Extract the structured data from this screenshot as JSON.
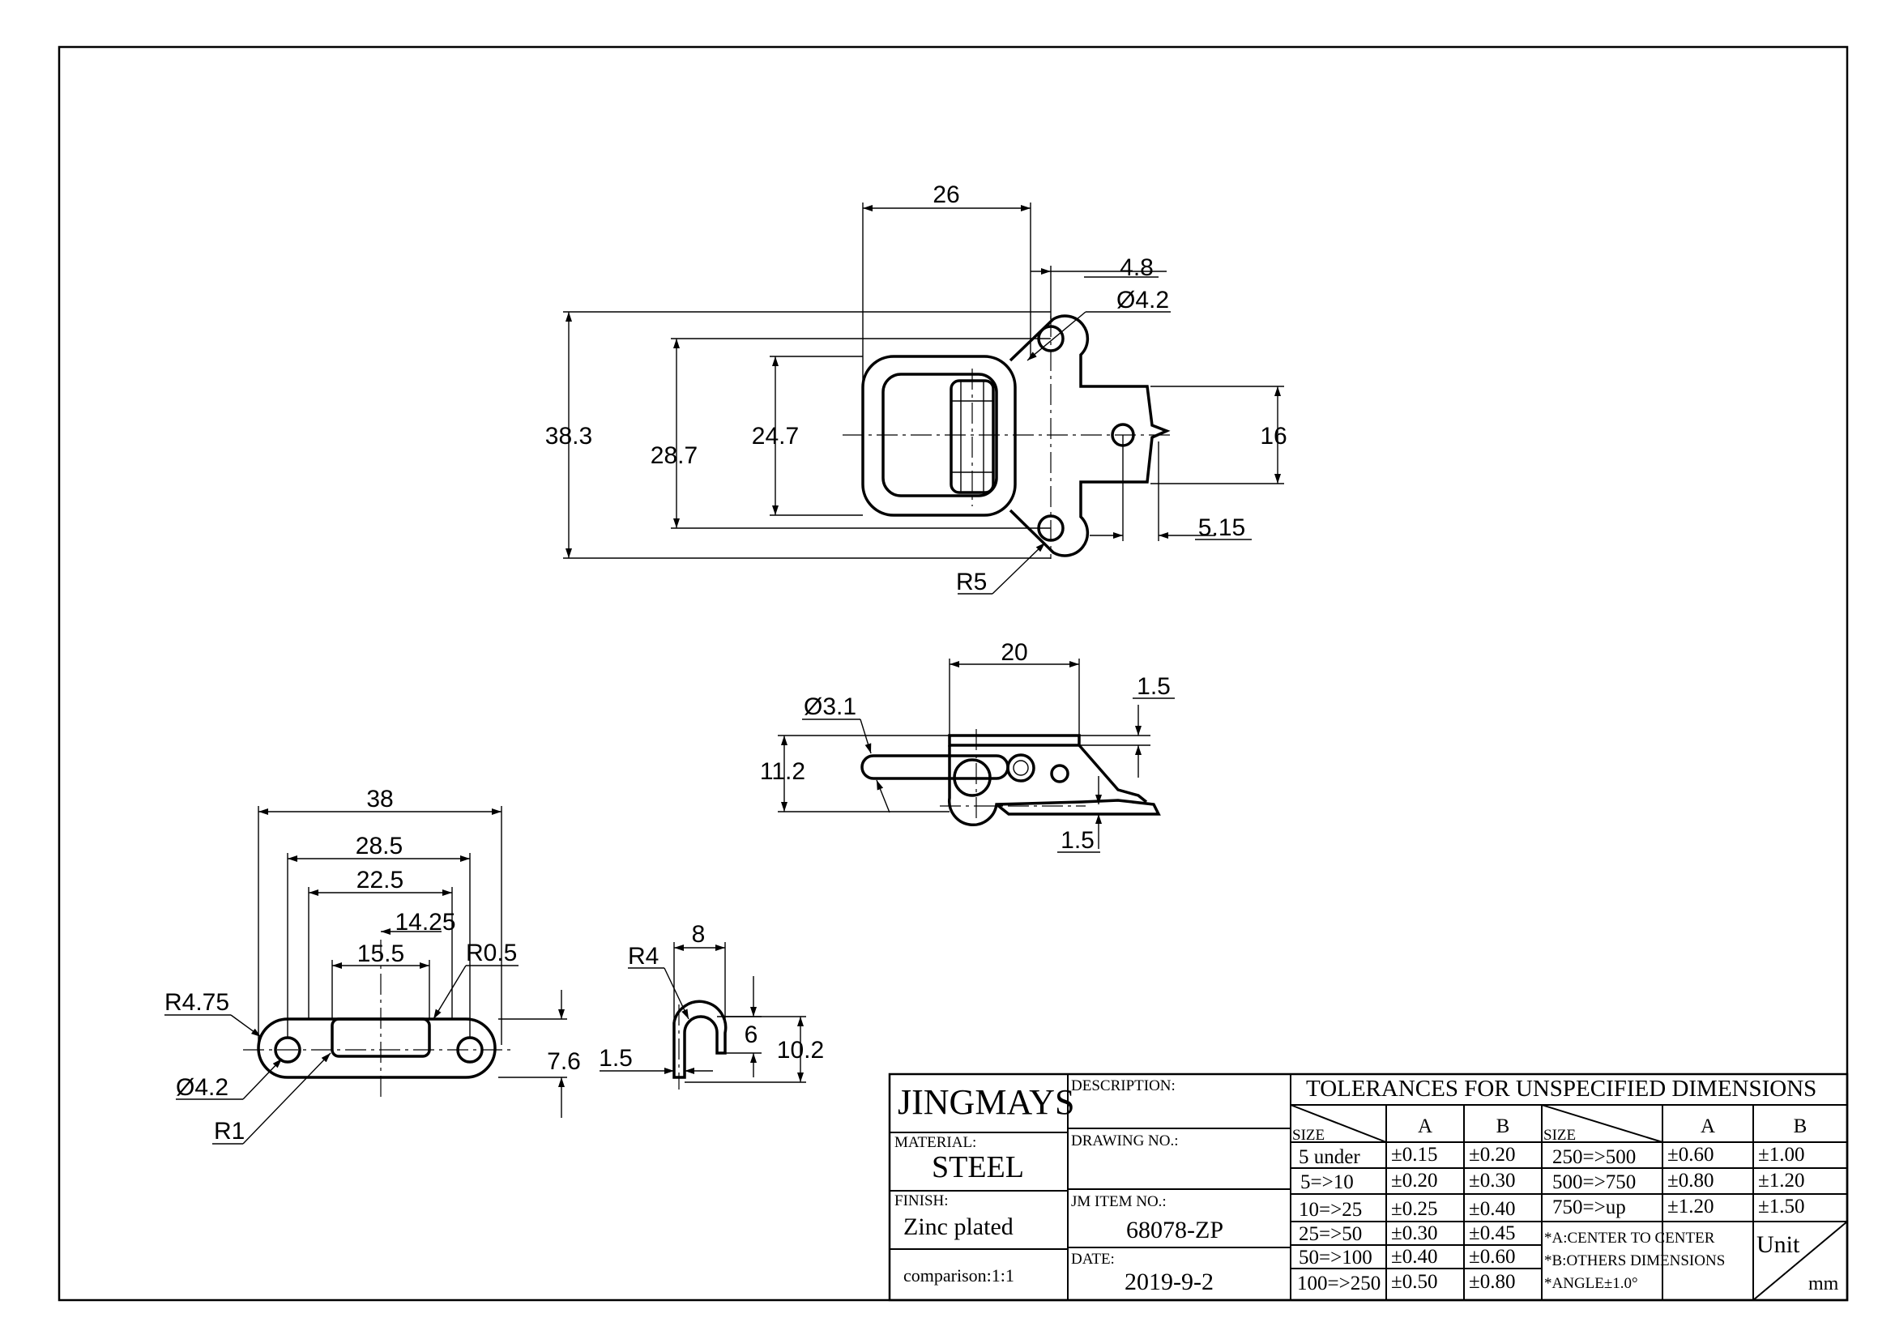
{
  "drawing": {
    "top_view": {
      "dims": [
        "26",
        "4.8",
        "Ø4.2",
        "38.3",
        "28.7",
        "24.7",
        "16",
        "5.15",
        "R5"
      ]
    },
    "side_view": {
      "dims": [
        "20",
        "1.5",
        "Ø3.1",
        "11.2",
        "1.5"
      ]
    },
    "keeper_view": {
      "dims": [
        "38",
        "28.5",
        "22.5",
        "14.25",
        "15.5",
        "R0.5",
        "R4.75",
        "Ø4.2",
        "R1",
        "7.6"
      ]
    },
    "keeper_side": {
      "dims": [
        "8",
        "R4",
        "1.5",
        "6",
        "10.2"
      ]
    }
  },
  "title_block": {
    "company": "JINGMAYS",
    "description_label": "DESCRIPTION:",
    "material_label": "MATERIAL:",
    "material": "STEEL",
    "drawing_no_label": "DRAWING NO.:",
    "finish_label": "FINISH:",
    "finish": "Zinc plated",
    "item_no_label": "JM ITEM NO.:",
    "item_no": "68078-ZP",
    "comparison": "comparison:1:1",
    "date_label": "DATE:",
    "date": "2019-9-2"
  },
  "tolerances": {
    "title": "TOLERANCES FOR UNSPECIFIED DIMENSIONS",
    "size_label": "SIZE",
    "col_a": "A",
    "col_b": "B",
    "left_rows": [
      [
        "5 under",
        "±0.15",
        "±0.20"
      ],
      [
        "5=>10",
        "±0.20",
        "±0.30"
      ],
      [
        "10=>25",
        "±0.25",
        "±0.40"
      ],
      [
        "25=>50",
        "±0.30",
        "±0.45"
      ],
      [
        "50=>100",
        "±0.40",
        "±0.60"
      ],
      [
        "100=>250",
        "±0.50",
        "±0.80"
      ]
    ],
    "right_rows": [
      [
        "250=>500",
        "±0.60",
        "±1.00"
      ],
      [
        "500=>750",
        "±0.80",
        "±1.20"
      ],
      [
        "750=>up",
        "±1.20",
        "±1.50"
      ]
    ],
    "notes": [
      "*A:CENTER TO CENTER",
      "*B:OTHERS DIMENSIONS",
      "*ANGLE±1.0°"
    ],
    "unit_label": "Unit",
    "unit": "mm"
  }
}
